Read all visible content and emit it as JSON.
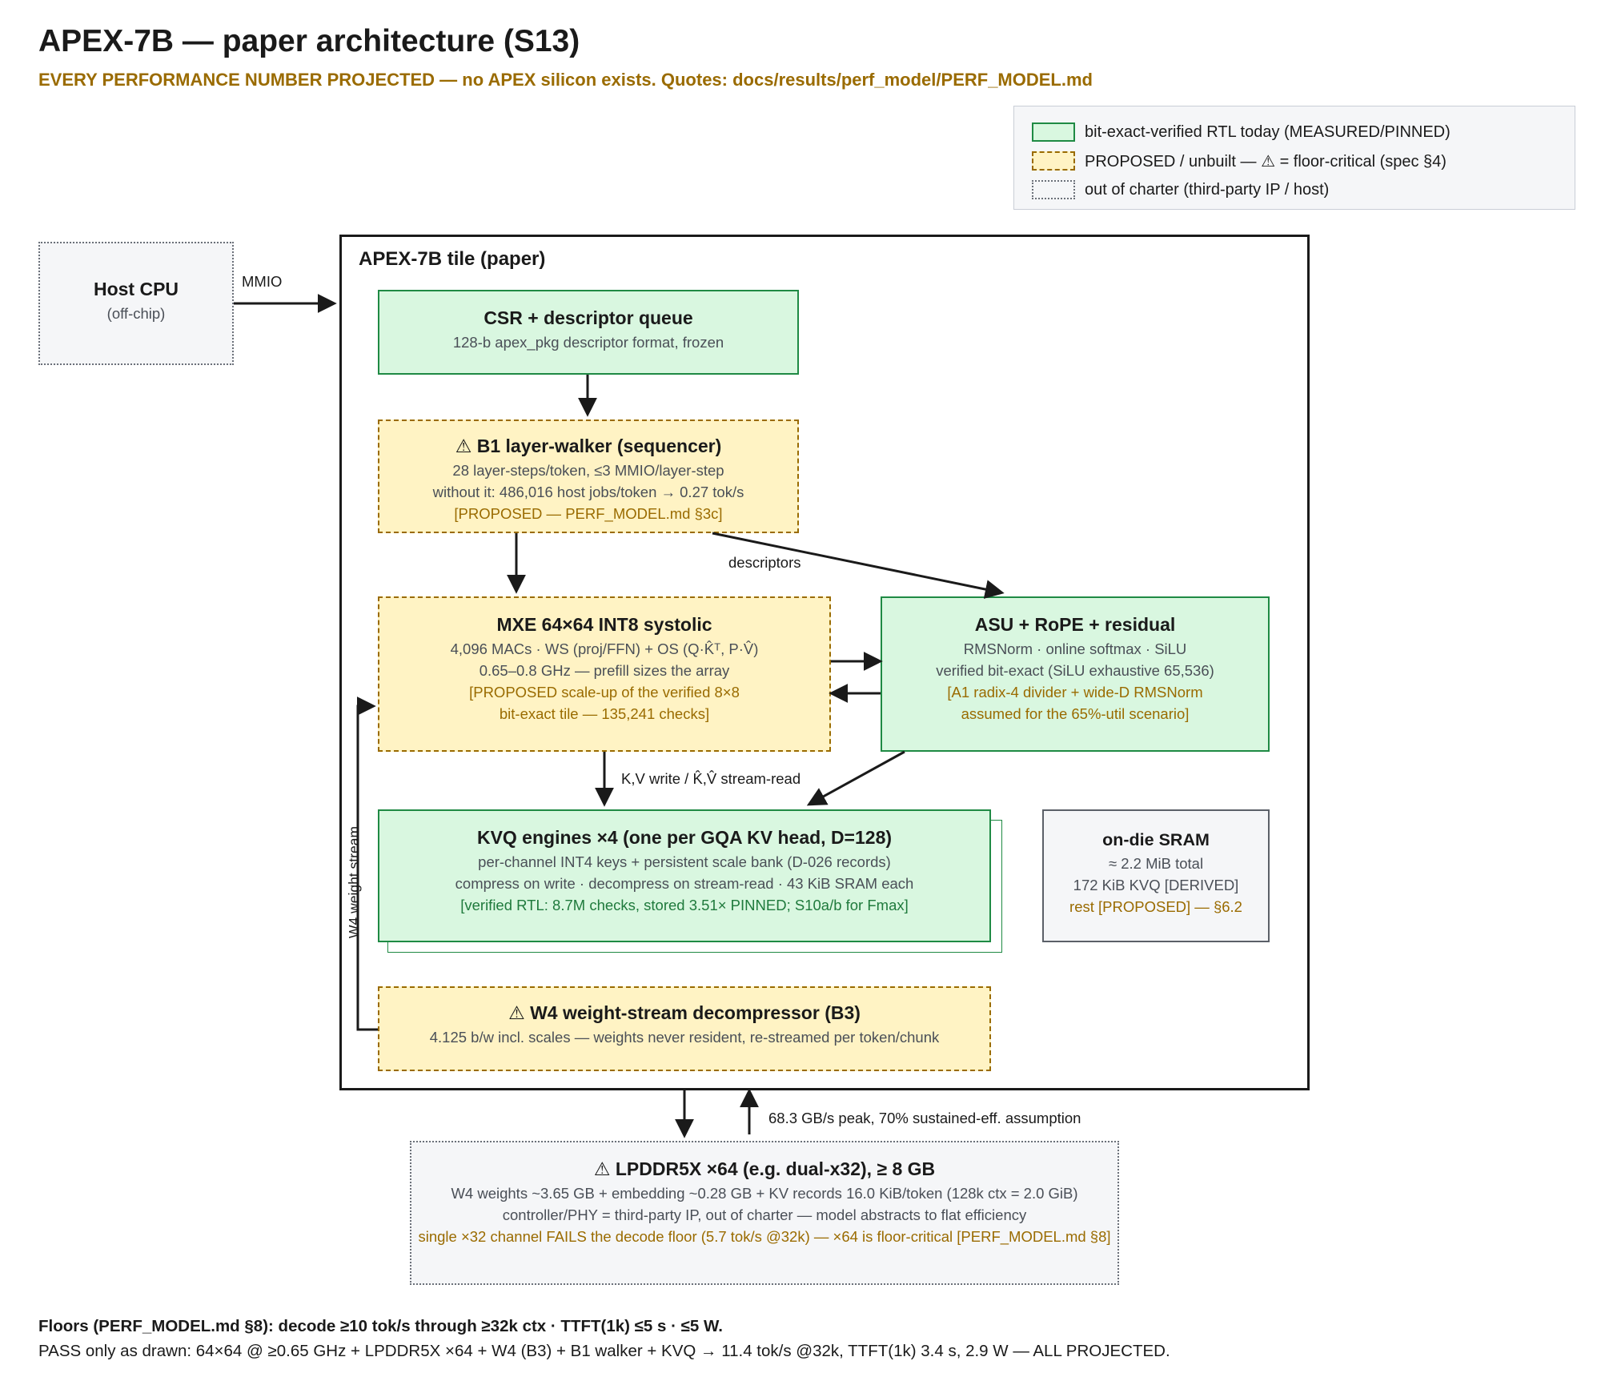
{
  "title": "APEX-7B — paper architecture (S13)",
  "subtitle": "EVERY PERFORMANCE NUMBER PROJECTED — no APEX silicon exists. Quotes: docs/results/perf_model/PERF_MODEL.md",
  "legend": {
    "items": [
      {
        "label": "bit-exact-verified RTL today (MEASURED/PINNED)",
        "style": "solid-green"
      },
      {
        "label": "PROPOSED / unbuilt — ⚠ = floor-critical (spec §4)",
        "style": "dashed-yellow"
      },
      {
        "label": "out of charter (third-party IP / host)",
        "style": "dotted-grey"
      }
    ]
  },
  "host": {
    "title": "Host CPU",
    "subtitle": "(off-chip)"
  },
  "tile": {
    "label": "APEX-7B tile (paper)"
  },
  "blocks": {
    "csr": {
      "title": "CSR + descriptor queue",
      "lines": [
        "128-b apex_pkg descriptor format, frozen"
      ]
    },
    "b1": {
      "title": "⚠ B1 layer-walker (sequencer)",
      "lines": [
        "28 layer-steps/token, ≤3 MMIO/layer-step",
        "without it: 486,016 host jobs/token → 0.27 tok/s"
      ],
      "note": "[PROPOSED — PERF_MODEL.md §3c]"
    },
    "mxe": {
      "title": "MXE 64×64 INT8 systolic",
      "lines": [
        "4,096 MACs · WS (proj/FFN) + OS (Q·K̂ᵀ, P·V̂)",
        "0.65–0.8 GHz — prefill sizes the array"
      ],
      "notes": [
        "[PROPOSED scale-up of the verified 8×8",
        "bit-exact tile — 135,241 checks]"
      ]
    },
    "asu": {
      "title": "ASU + RoPE + residual",
      "lines": [
        "RMSNorm · online softmax · SiLU",
        "verified bit-exact (SiLU exhaustive 65,536)"
      ],
      "notes": [
        "[A1 radix-4 divider + wide-D RMSNorm",
        "assumed for the 65%-util scenario]"
      ]
    },
    "kvq": {
      "title": "KVQ engines ×4 (one per GQA KV head, D=128)",
      "lines": [
        "per-channel INT4 keys + persistent scale bank (D-026 records)",
        "compress on write · decompress on stream-read · 43 KiB SRAM each"
      ],
      "note": "[verified RTL: 8.7M checks, stored 3.51× PINNED; S10a/b for Fmax]"
    },
    "sram": {
      "title": "on-die SRAM",
      "lines": [
        "≈ 2.2 MiB total",
        "172 KiB KVQ [DERIVED]"
      ],
      "note": "rest [PROPOSED] — §6.2"
    },
    "w4": {
      "title": "⚠ W4 weight-stream decompressor (B3)",
      "lines": [
        "4.125 b/w incl. scales — weights never resident, re-streamed per token/chunk"
      ]
    },
    "dram": {
      "title": "⚠ LPDDR5X ×64 (e.g. dual-x32), ≥ 8 GB",
      "lines": [
        "W4 weights ~3.65 GB + embedding ~0.28 GB + KV records 16.0 KiB/token (128k ctx = 2.0 GiB)",
        "controller/PHY = third-party IP, out of charter — model abstracts to flat efficiency"
      ],
      "note": "single ×32 channel FAILS the decode floor (5.7 tok/s @32k) — ×64 is floor-critical [PERF_MODEL.md §8]"
    }
  },
  "edges": {
    "mmio": "MMIO",
    "descriptors": "descriptors",
    "kv": "K,V write / K̂,V̂ stream-read",
    "w4_stream": "W4 weight stream",
    "dram_bw": "68.3 GB/s peak, 70% sustained-eff. assumption"
  },
  "floors": {
    "line1": "Floors (PERF_MODEL.md §8): decode ≥10 tok/s through ≥32k ctx · TTFT(1k) ≤5 s · ≤5 W.",
    "line2": "PASS only as drawn: 64×64 @ ≥0.65 GHz + LPDDR5X ×64 + W4 (B3) + B1 walker + KVQ → 11.4 tok/s @32k, TTFT(1k) 3.4 s, 2.9 W — ALL PROJECTED."
  },
  "colors": {
    "green_fill": "#d9f7e0",
    "green_border": "#1f8a44",
    "yellow_fill": "#fff3c4",
    "yellow_border": "#9a6b00",
    "grey_fill": "#f5f6f8",
    "grey_border": "#6b7079"
  }
}
